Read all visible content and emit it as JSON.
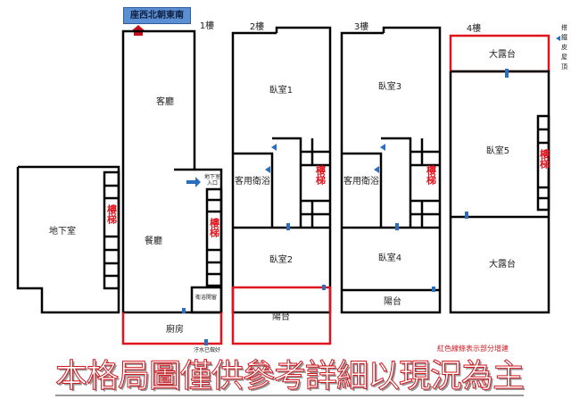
{
  "orientation": "座西北朝東南",
  "floors": {
    "basement": {
      "room": "地下室",
      "stairs": "樓梯"
    },
    "f1": {
      "label": "1樓",
      "living": "客廳",
      "dining": "餐廳",
      "kitchen": "廚房",
      "bath": "衛浴開窗",
      "basement_entry": "地下室入口",
      "stairs": "樓梯",
      "sewage": "汙水已做好"
    },
    "f2": {
      "label": "2樓",
      "bedroom_a": "臥室1",
      "bedroom_b": "臥室2",
      "bath": "客用衛浴",
      "balcony": "陽台",
      "stairs": "樓梯"
    },
    "f3": {
      "label": "3樓",
      "bedroom_a": "臥室3",
      "bedroom_b": "臥室4",
      "bath": "客用衛浴",
      "balcony": "陽台",
      "stairs": "樓梯"
    },
    "f4": {
      "label": "4樓",
      "terrace_top": "大露台",
      "bedroom": "臥室5",
      "terrace_bottom": "大露台",
      "stairs": "樓梯",
      "roof_note": "搭鐵皮屋頂"
    }
  },
  "legend": "紅色線條表示部分增建",
  "disclaimer": "本格局圖僅供參考詳細以現況為主",
  "colors": {
    "wall": "#000000",
    "addition": "#e0141e",
    "arrow": "#2a6fbd"
  }
}
